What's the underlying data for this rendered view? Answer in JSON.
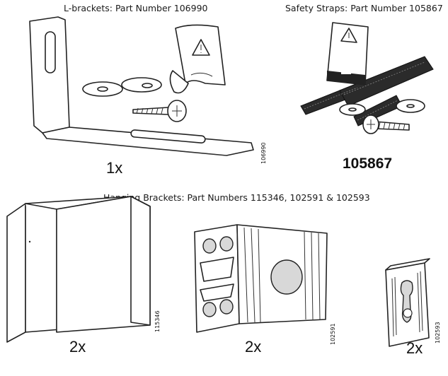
{
  "captions": {
    "l_brackets": "L-brackets: Part Number 106990",
    "safety_straps": "Safety Straps: Part Number 105867",
    "hanging_brackets": "Hanging Brackets: Part Numbers 115346, 102591 & 102593"
  },
  "l_bracket": {
    "quantity": "1x",
    "part_number": "106990"
  },
  "safety_strap": {
    "part_number": "105867"
  },
  "hanging": [
    {
      "quantity": "2x",
      "part_number": "115346"
    },
    {
      "quantity": "2x",
      "part_number": "102591"
    },
    {
      "quantity": "2x",
      "part_number": "102593"
    }
  ]
}
